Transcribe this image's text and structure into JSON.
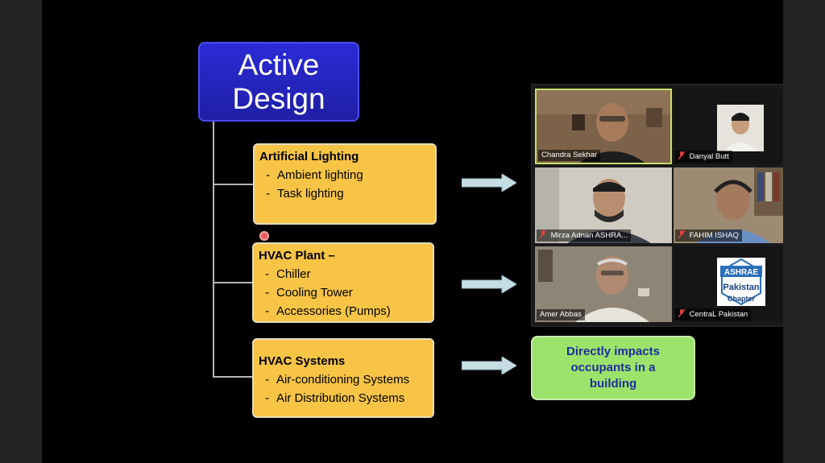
{
  "slide": {
    "title_line1": "Active",
    "title_line2": "Design",
    "cards": [
      {
        "title": "Artificial Lighting",
        "items": [
          "Ambient lighting",
          "Task lighting"
        ]
      },
      {
        "title": "HVAC Plant –",
        "items": [
          "Chiller",
          "Cooling Tower",
          "Accessories (Pumps)"
        ]
      },
      {
        "title": "HVAC Systems",
        "items": [
          "Air-conditioning Systems",
          "Air Distribution Systems"
        ]
      }
    ],
    "impact_text": "Directly impacts occupants in a building"
  },
  "participants": [
    {
      "name": "Chandra Sekhar",
      "muted": false,
      "active_speaker": true
    },
    {
      "name": "Danyal Butt",
      "muted": true,
      "active_speaker": false
    },
    {
      "name": "Mirza Adnan ASHRA...",
      "muted": true,
      "active_speaker": false
    },
    {
      "name": "FAHIM ISHAQ",
      "muted": true,
      "active_speaker": false
    },
    {
      "name": "Amer Abbas",
      "muted": false,
      "active_speaker": false
    },
    {
      "name": "CentraL Pakistan",
      "muted": true,
      "active_speaker": false
    }
  ],
  "logo": {
    "line1": "ASHRAE",
    "line2": "Pakistan",
    "line3": "Chapter"
  },
  "colors": {
    "title_box": "#2b2bd6",
    "card": "#f7c446",
    "impact_box": "#9be36b",
    "impact_text": "#1c2f9c",
    "arrow": "#c5dde3",
    "active_speaker_border": "#c9dd6a",
    "mute_icon": "#e04040"
  }
}
